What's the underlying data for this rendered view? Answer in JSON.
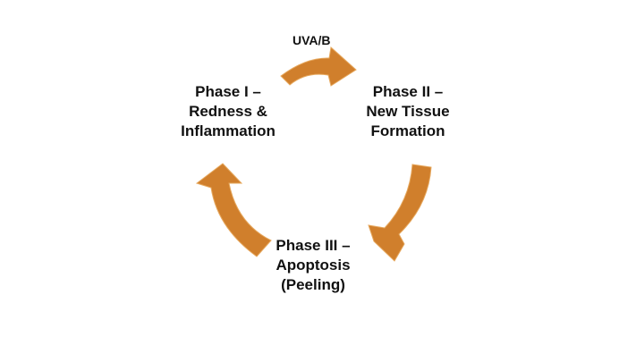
{
  "diagram": {
    "trigger_label": "UVA/B",
    "arrow_color": "#D07F2C",
    "phases": [
      {
        "line1": "Phase I –",
        "line2": "Redness &",
        "line3": "Inflammation"
      },
      {
        "line1": "Phase II –",
        "line2": "New Tissue",
        "line3": "Formation"
      },
      {
        "line1": "Phase III –",
        "line2": "Apoptosis",
        "line3": "(Peeling)"
      }
    ]
  }
}
